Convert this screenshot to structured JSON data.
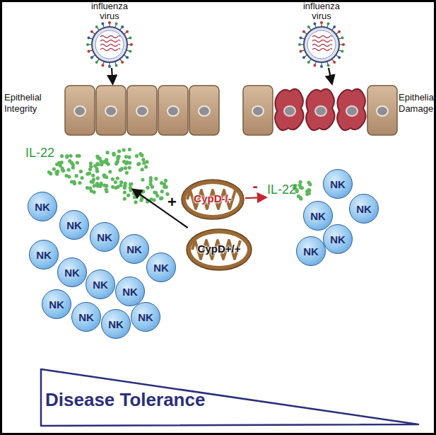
{
  "diagram": {
    "nodes": [
      {
        "text": [
          "influenza virus"
        ]
      },
      {
        "text": [
          "influenza virus"
        ]
      },
      {
        "text": [
          "Epithelial Integrity"
        ]
      },
      {
        "text": [
          "Epithelial Damage"
        ]
      },
      {
        "text": [
          "IL-22"
        ]
      },
      {
        "text": [
          "IL-22"
        ]
      },
      {
        "text": [
          "CypD-/-"
        ]
      },
      {
        "text": [
          "CypD+/+"
        ]
      },
      {
        "text": [
          "NK"
        ]
      },
      {
        "text": [
          "NK"
        ]
      },
      {
        "text": [
          "NK"
        ]
      },
      {
        "text": [
          "NK"
        ]
      },
      {
        "text": [
          "NK"
        ]
      },
      {
        "text": [
          "NK"
        ]
      },
      {
        "text": [
          "NK"
        ]
      },
      {
        "text": [
          "NK"
        ]
      },
      {
        "text": [
          "NK"
        ]
      },
      {
        "text": [
          "NK"
        ]
      },
      {
        "text": [
          "NK"
        ]
      },
      {
        "text": [
          "NK"
        ]
      },
      {
        "text": [
          "NK"
        ]
      },
      {
        "text": [
          "NK"
        ]
      },
      {
        "text": [
          "NK"
        ]
      },
      {
        "text": [
          "NK"
        ]
      },
      {
        "text": [
          "NK"
        ]
      },
      {
        "text": [
          "NK"
        ]
      },
      {
        "text": [
          "Disease Tolerance"
        ]
      }
    ],
    "edges": [
      {
        "from": 0,
        "to": 2,
        "arrow": "to"
      },
      {
        "from": 1,
        "to": 3,
        "arrow": "to"
      },
      {
        "from": 7,
        "to": 4,
        "label": "+",
        "arrow": "to"
      },
      {
        "from": 6,
        "to": 5,
        "label": "-",
        "arrow": "to"
      }
    ]
  }
}
